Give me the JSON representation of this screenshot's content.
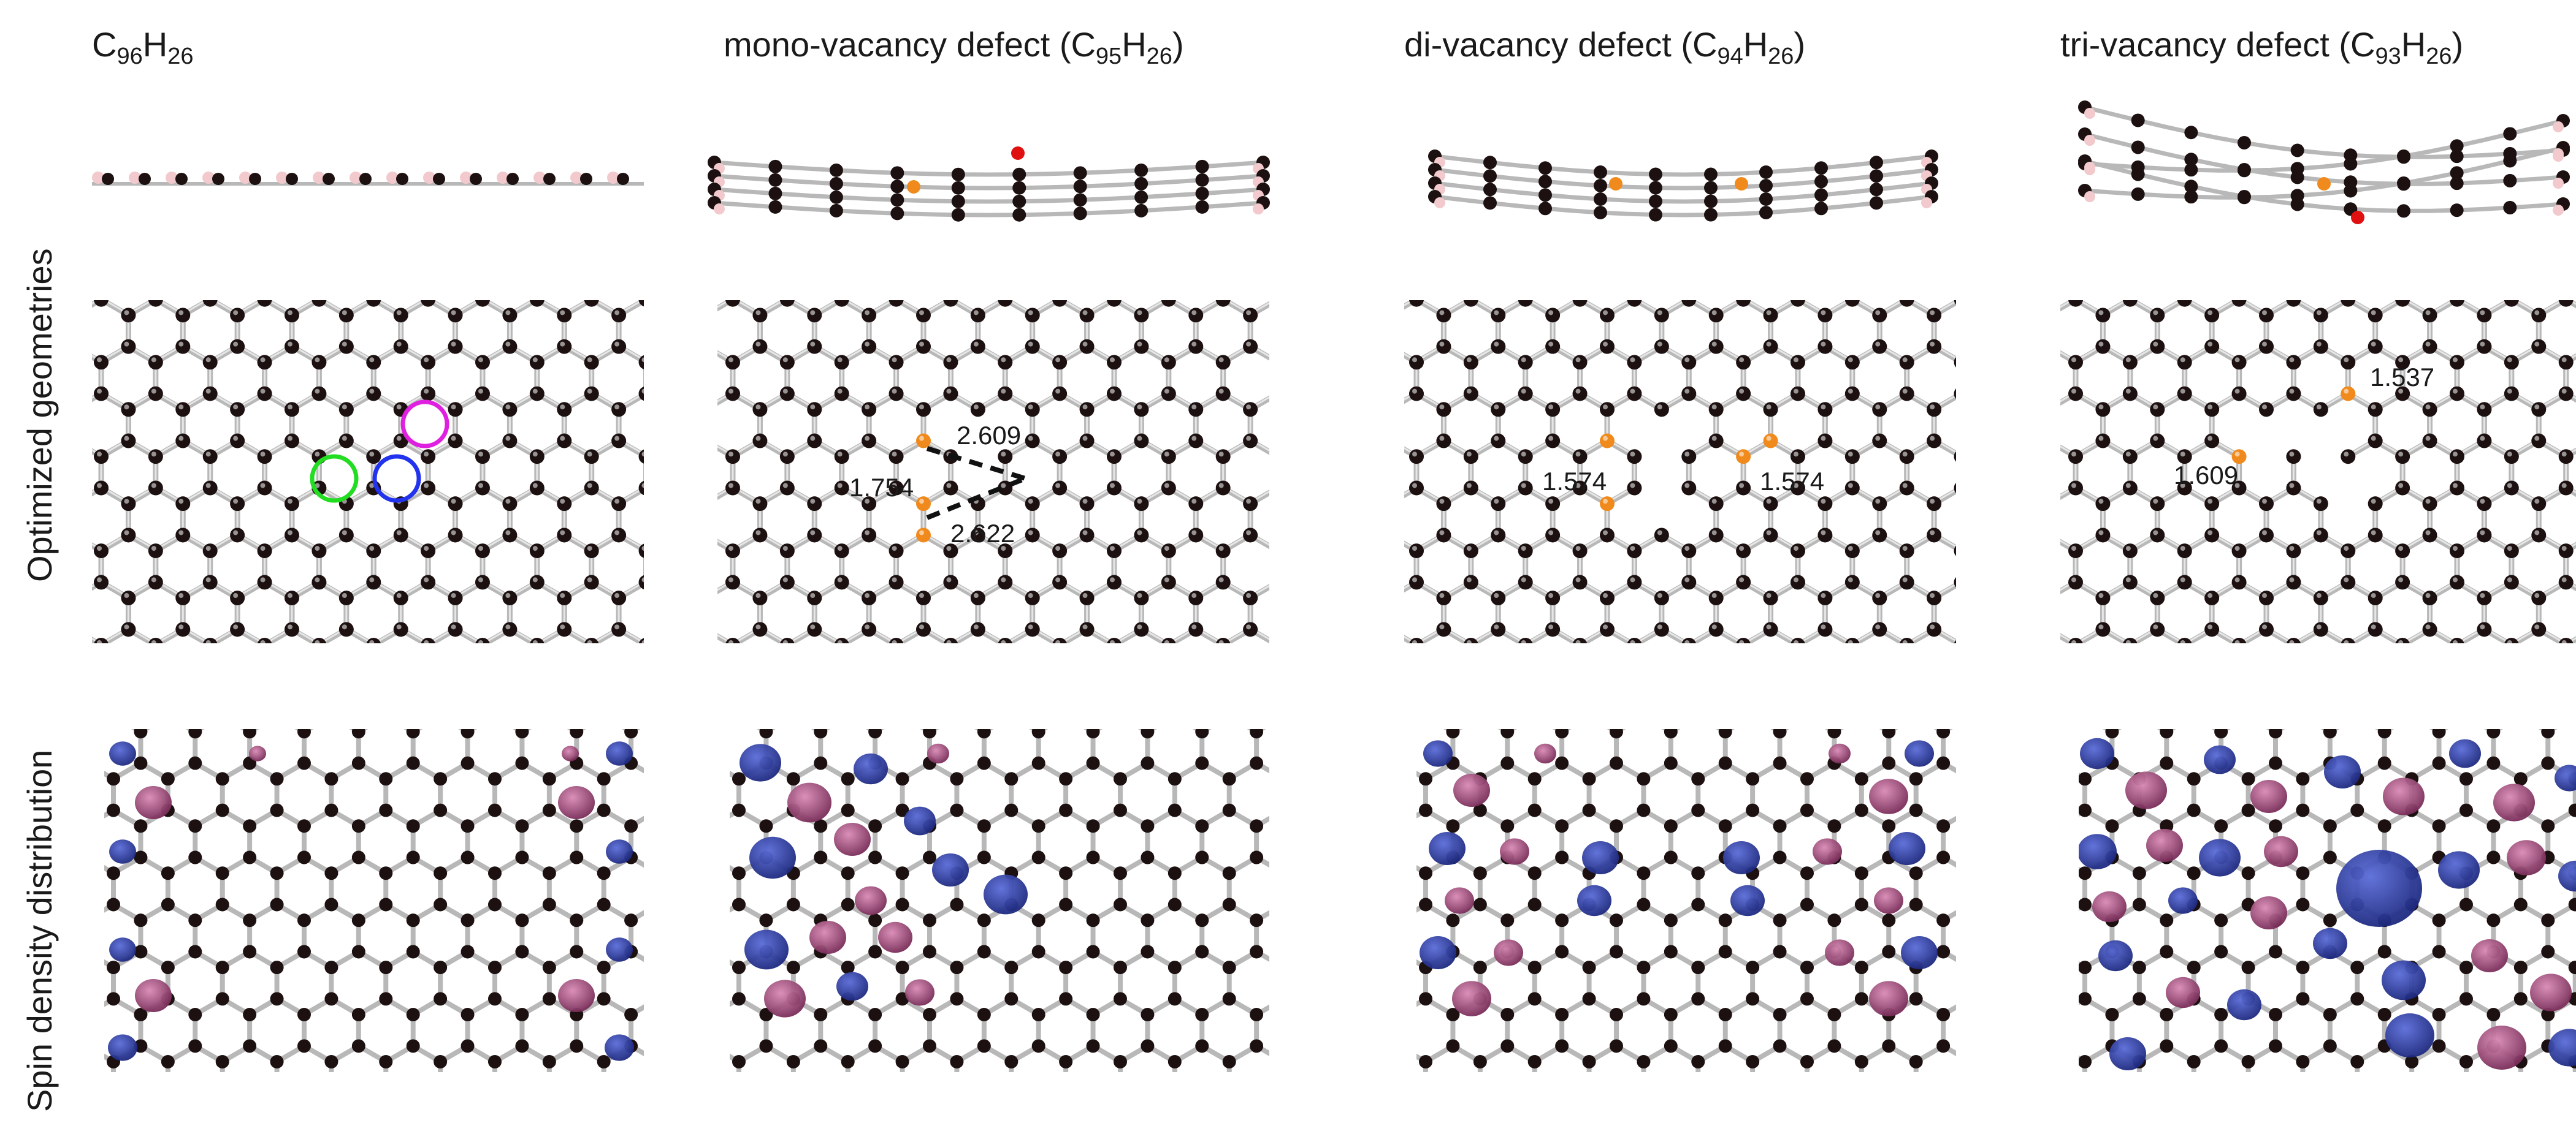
{
  "columns": [
    {
      "id": "c96",
      "title_pre": "C",
      "title_sub1": "96",
      "title_mid": "H",
      "title_sub2": "26",
      "title_post": ""
    },
    {
      "id": "mono",
      "title_pre": "mono-vacancy defect (C",
      "title_sub1": "95",
      "title_mid": "H",
      "title_sub2": "26",
      "title_post": ")"
    },
    {
      "id": "di",
      "title_pre": "di-vacancy defect (C",
      "title_sub1": "94",
      "title_mid": "H",
      "title_sub2": "26",
      "title_post": ")"
    },
    {
      "id": "tri",
      "title_pre": "tri-vacancy defect (C",
      "title_sub1": "93",
      "title_mid": "H",
      "title_sub2": "26",
      "title_post": ")"
    }
  ],
  "rows": {
    "geometry_label": "Optimized geometries",
    "spin_label": "Spin density distribution"
  },
  "bond_lengths": {
    "mono": [
      "2.609",
      "1.754",
      "2.622"
    ],
    "di": [
      "1.574",
      "1.574"
    ],
    "tri": [
      "1.537",
      "1.609"
    ]
  },
  "colors": {
    "carbon": "#1c1010",
    "hydrogen": "#f2c9cc",
    "defect_atom": "#f08a1c",
    "dangling_atom": "#e01010",
    "bond": "#b8b8b8",
    "spin_up": "#2b3a9e",
    "spin_down": "#a04a7a",
    "marker_green": "#22dd22",
    "marker_blue": "#2233ee",
    "marker_magenta": "#e020e0"
  }
}
